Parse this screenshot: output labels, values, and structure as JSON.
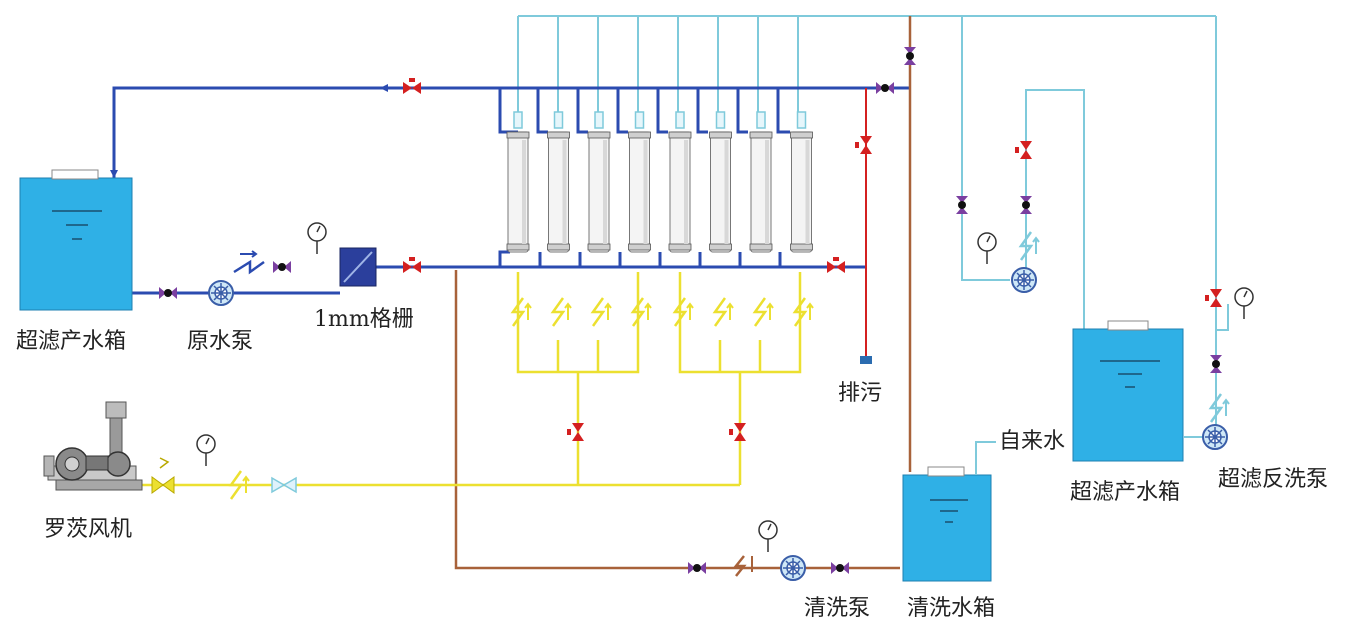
{
  "labels": {
    "raw_tank": "超滤产水箱",
    "raw_pump": "原水泵",
    "screen": "1mm格栅",
    "drain": "排污",
    "roots_blower": "罗茨风机",
    "wash_pump": "清洗泵",
    "wash_tank": "清洗水箱",
    "tap_water": "自来水",
    "uf_tank": "超滤产水箱",
    "backwash_pump": "超滤反洗泵"
  },
  "colors": {
    "feed_line": "#2b4bb0",
    "product_line": "#7fcadb",
    "air_line": "#ece030",
    "wash_line": "#a8623a",
    "drain_line": "#d42020",
    "tank_fill": "#2fb0e6",
    "valve_red": "#d42020",
    "valve_purple": "#7a3fa0"
  },
  "membrane_count": 8
}
